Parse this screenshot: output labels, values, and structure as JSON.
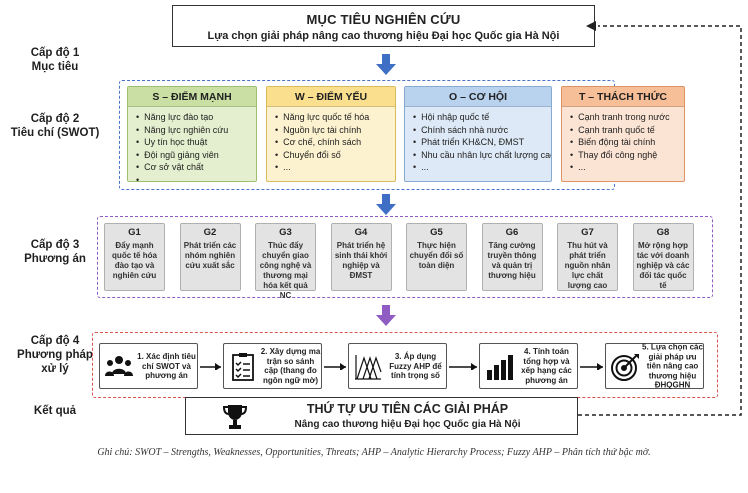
{
  "levels": {
    "l1": {
      "line1": "Cấp độ 1",
      "line2": "Mục tiêu"
    },
    "l2": {
      "line1": "Cấp độ 2",
      "line2": "Tiêu chí (SWOT)"
    },
    "l3": {
      "line1": "Cấp độ 3",
      "line2": "Phương án"
    },
    "l4": {
      "line1": "Cấp độ 4",
      "line2": "Phương pháp",
      "line3": "xử lý"
    },
    "result": "Kết quả"
  },
  "goal": {
    "title": "MỤC TIÊU NGHIÊN CỨU",
    "subtitle": "Lựa chọn giải pháp nâng cao thương hiệu Đại học Quốc gia Hà Nội"
  },
  "swot": [
    {
      "title": "S – ĐIỂM MẠNH",
      "color": "#e4efcf",
      "head_color": "#c9dfa3",
      "border": "#9fbf6f",
      "items": [
        "Năng lực đào tạo",
        "Năng lực nghiên cứu",
        "Uy tín học thuật",
        "Đội ngũ giảng viên",
        "Cơ sở vật chất",
        "..."
      ]
    },
    {
      "title": "W – ĐIỂM YẾU",
      "color": "#fdf2cf",
      "head_color": "#fadf8e",
      "border": "#d9bb5a",
      "items": [
        "Năng lực quốc tế hóa",
        "Nguồn lực tài chính",
        "Cơ chế, chính sách",
        "Chuyển đổi số",
        "..."
      ]
    },
    {
      "title": "O – CƠ HỘI",
      "color": "#dde9f6",
      "head_color": "#b9d2ee",
      "border": "#86aad2",
      "items": [
        "Hội nhập quốc tế",
        "Chính sách nhà nước",
        "Phát triển KH&CN, ĐMST",
        "Nhu cầu nhân lực chất lượng cao",
        "..."
      ]
    },
    {
      "title": "T – THÁCH THỨC",
      "color": "#fce4d4",
      "head_color": "#f7bf97",
      "border": "#de9263",
      "items": [
        "Cạnh tranh trong nước",
        "Cạnh tranh quốc tế",
        "Biến động tài chính",
        "Thay đổi công nghệ",
        "..."
      ]
    }
  ],
  "alternatives": [
    {
      "id": "G1",
      "text": "Đẩy mạnh quốc tế hóa đào tạo và nghiên cứu"
    },
    {
      "id": "G2",
      "text": "Phát triển các nhóm nghiên cứu xuất sắc"
    },
    {
      "id": "G3",
      "text": "Thúc đẩy chuyển giao công nghệ và thương mại hóa kết quả NC"
    },
    {
      "id": "G4",
      "text": "Phát triển hệ sinh thái khởi nghiệp và ĐMST"
    },
    {
      "id": "G5",
      "text": "Thực hiện chuyển đổi số toàn diện"
    },
    {
      "id": "G6",
      "text": "Tăng cường truyền thông và quản trị thương hiệu"
    },
    {
      "id": "G7",
      "text": "Thu hút và phát triển nguồn nhân lực chất lượng cao"
    },
    {
      "id": "G8",
      "text": "Mở rộng hợp tác với doanh nghiệp và các đối tác quốc tế"
    }
  ],
  "steps": [
    {
      "text": "1. Xác định tiêu chí SWOT và phương án",
      "icon": "people-group-icon"
    },
    {
      "text": "2. Xây dựng ma trận so sánh cặp (thang đo ngôn ngữ mờ)",
      "icon": "checklist-icon"
    },
    {
      "text": "3. Áp dụng Fuzzy AHP để tính trọng số",
      "icon": "fuzzy-triangle-icon"
    },
    {
      "text": "4. Tính toán tổng hợp và xếp hạng các phương án",
      "icon": "bar-chart-icon"
    },
    {
      "text": "5. Lựa chọn các giải pháp ưu tiên nâng cao thương hiệu ĐHQGHN",
      "icon": "target-icon"
    }
  ],
  "result": {
    "title": "THỨ TỰ ƯU TIÊN CÁC GIẢI PHÁP",
    "subtitle": "Nâng cao thương hiệu Đại học Quốc gia Hà Nội"
  },
  "note": "Ghi chú: SWOT – Strengths, Weaknesses, Opportunities, Threats; AHP – Analytic Hierarchy Process; Fuzzy AHP – Phân tích thứ bậc mờ.",
  "colors": {
    "blue_arrow": "#3f6fc4",
    "purple_arrow": "#8e5cc2",
    "red_arrow": "#c93a30",
    "swot_dash": "#4a74c9",
    "alt_dash": "#8e5cc2",
    "method_dash": "#d9534f"
  }
}
